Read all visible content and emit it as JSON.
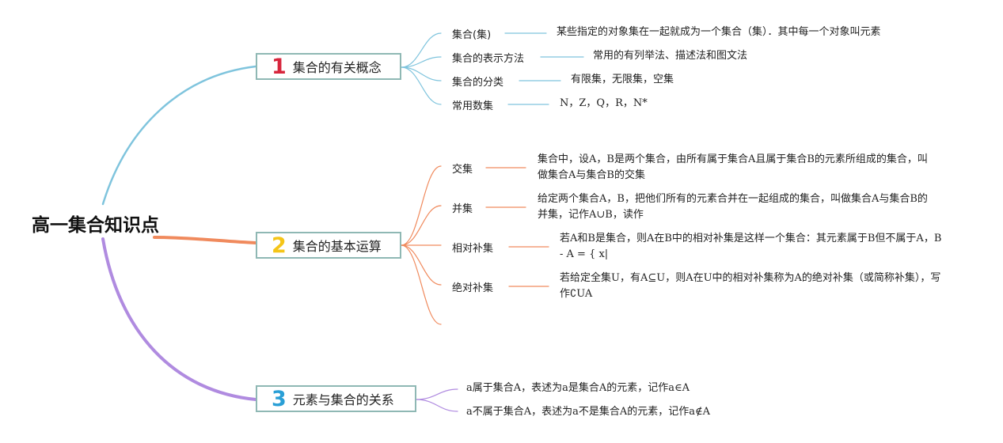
{
  "root": {
    "title": "高一集合知识点"
  },
  "branches": [
    {
      "num": "1",
      "label": "集合的有关概念",
      "color": "#d7263d",
      "line_color": "#7fc4dd",
      "items": [
        {
          "label": "集合(集)",
          "desc": "某些指定的对象集在一起就成为一个集合（集）．其中每一个对象叫元素"
        },
        {
          "label": "集合的表示方法",
          "desc": "常用的有列举法、描述法和图文法"
        },
        {
          "label": "集合的分类",
          "desc": "有限集，无限集，空集"
        },
        {
          "label": "常用数集",
          "desc": "N，Z，Q，R，N*"
        }
      ]
    },
    {
      "num": "2",
      "label": "集合的基本运算",
      "color": "#f5c518",
      "line_color": "#f08a5d",
      "items": [
        {
          "label": "交集",
          "desc": "集合中，设A，B是两个集合，由所有属于集合A且属于集合B的元素所组成的集合，叫做集合A与集合B的交集"
        },
        {
          "label": "并集",
          "desc": "给定两个集合A，B，把他们所有的元素合并在一起组成的集合，叫做集合A与集合B的并集，记作A∪B，读作"
        },
        {
          "label": "相对补集",
          "desc": "若A和B是集合，则A在B中的相对补集是这样一个集合：其元素属于B但不属于A，B - A = { x|"
        },
        {
          "label": "绝对补集",
          "desc": "若给定全集U，有A⊆U，则A在U中的相对补集称为A的绝对补集（或简称补集），写作∁UA"
        }
      ]
    },
    {
      "num": "3",
      "label": "元素与集合的关系",
      "color": "#2a9fd6",
      "line_color": "#b08be0",
      "items": [
        {
          "label": "a属于集合A，表述为a是集合A的元素，记作a∈A"
        },
        {
          "label": "a不属于集合A，表述为a不是集合A的元素，记作a∉A"
        }
      ]
    }
  ]
}
